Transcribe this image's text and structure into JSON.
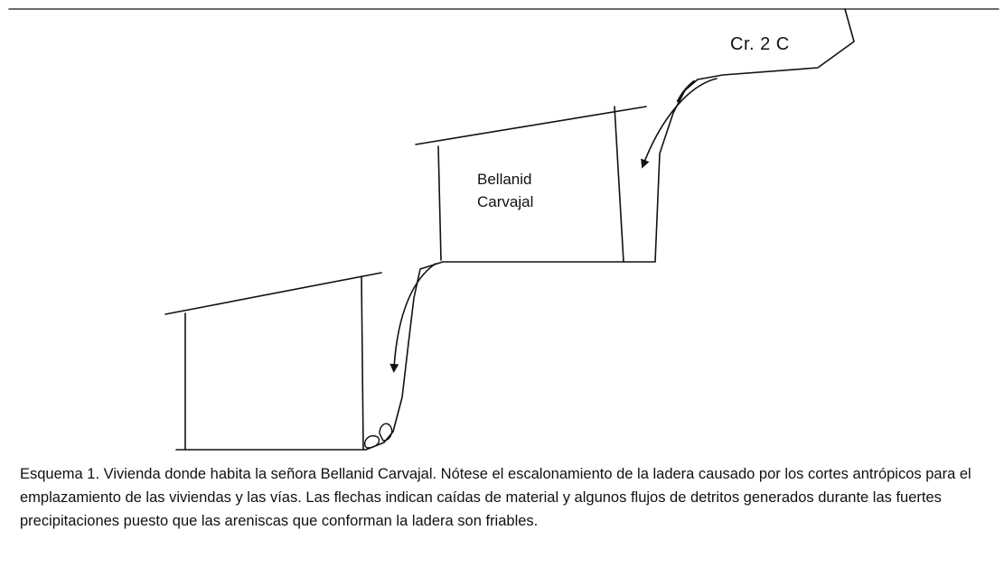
{
  "labels": {
    "road": "Cr. 2 C",
    "house_line1": "Bellanid",
    "house_line2": "Carvajal"
  },
  "caption": "Esquema 1. Vivienda donde habita la señora Bellanid Carvajal. Nótese el escalonamiento de la ladera causado por los cortes antrópicos para el emplazamiento de las viviendas y las vías. Las flechas indican caídas de material y algunos flujos de detritos generados durante las fuertes precipitaciones puesto que las areniscas que conforman la ladera son friables."
}
